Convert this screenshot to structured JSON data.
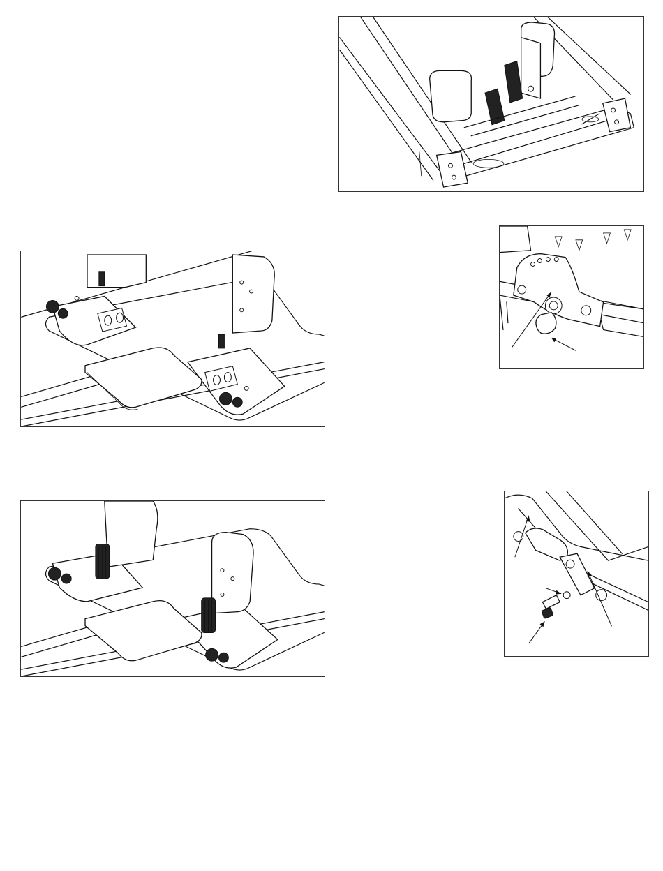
{
  "figures": [
    {
      "id": "fig-top-right"
    },
    {
      "id": "fig-mid-left"
    },
    {
      "id": "fig-mid-right"
    },
    {
      "id": "fig-low-left"
    },
    {
      "id": "fig-low-right"
    }
  ],
  "colors": {
    "line": "#111111",
    "background": "#ffffff",
    "border": "#333333"
  }
}
